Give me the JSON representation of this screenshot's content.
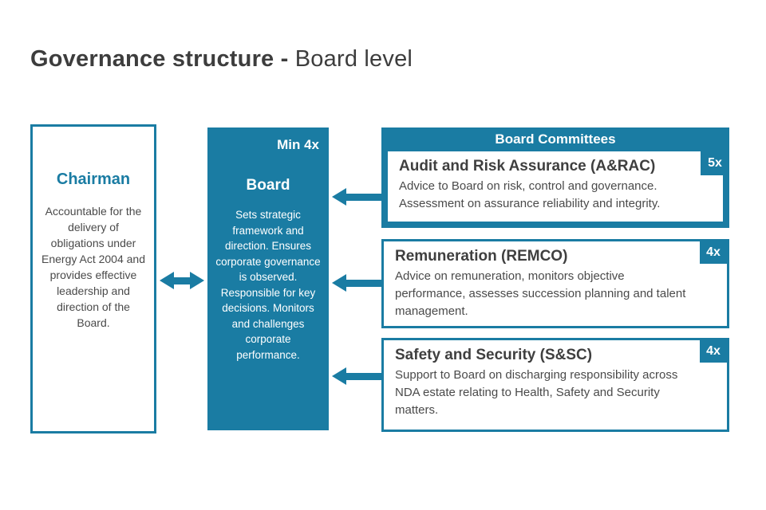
{
  "title": {
    "bold": "Governance structure - ",
    "light": "Board level"
  },
  "colors": {
    "teal": "#1a7ca3"
  },
  "chairman": {
    "title": "Chairman",
    "body": "Accountable for the delivery of obligations under Energy Act 2004 and provides effective leadership and direction of the Board."
  },
  "board": {
    "badge": "Min 4x",
    "title": "Board",
    "body": "Sets strategic framework and direction. Ensures corporate governance is observed. Responsible for key decisions. Monitors and challenges corporate performance."
  },
  "committees": {
    "header": "Board Committees",
    "items": [
      {
        "title": "Audit and Risk Assurance (A&RAC)",
        "badge": "5x",
        "body": "Advice to Board on risk, control and governance. Assessment on assurance reliability and integrity."
      },
      {
        "title": "Remuneration (REMCO)",
        "badge": "4x",
        "body": "Advice on remuneration, monitors objective performance, assesses succession planning and talent management."
      },
      {
        "title": "Safety and Security (S&SC)",
        "badge": "4x",
        "body": "Support to Board on discharging responsibility across NDA estate relating to Health, Safety and Security matters."
      }
    ]
  }
}
